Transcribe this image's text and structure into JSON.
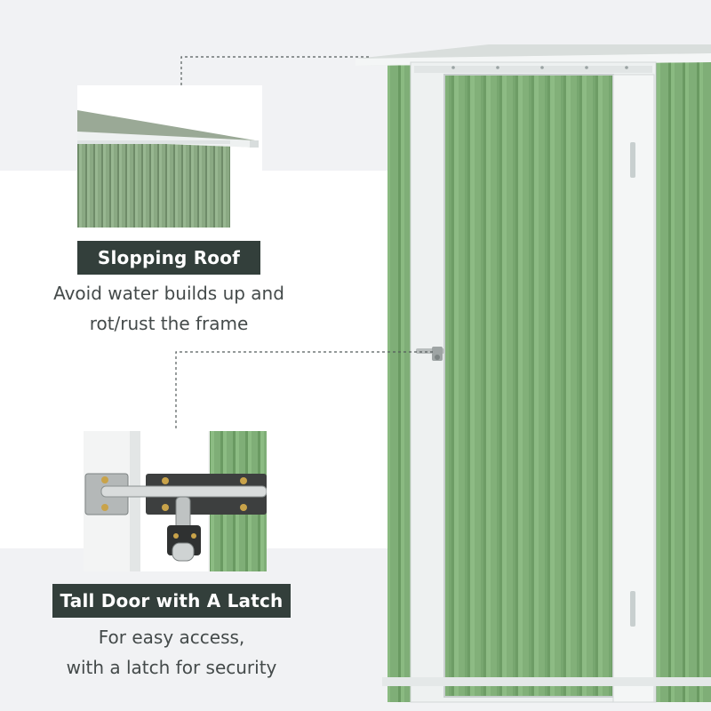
{
  "features": [
    {
      "title": "Slopping Roof",
      "caption_line1": "Avoid water builds up and",
      "caption_line2": "rot/rust the frame"
    },
    {
      "title": "Tall Door with A Latch",
      "caption_line1": "For easy access,",
      "caption_line2": "with a latch for security"
    }
  ],
  "colors": {
    "shed_green": "#82b079",
    "shed_green_dark": "#6f9e67",
    "frame_white": "#f2f4f4",
    "label_bg": "#333f3b",
    "caption_text": "#444a4a"
  }
}
